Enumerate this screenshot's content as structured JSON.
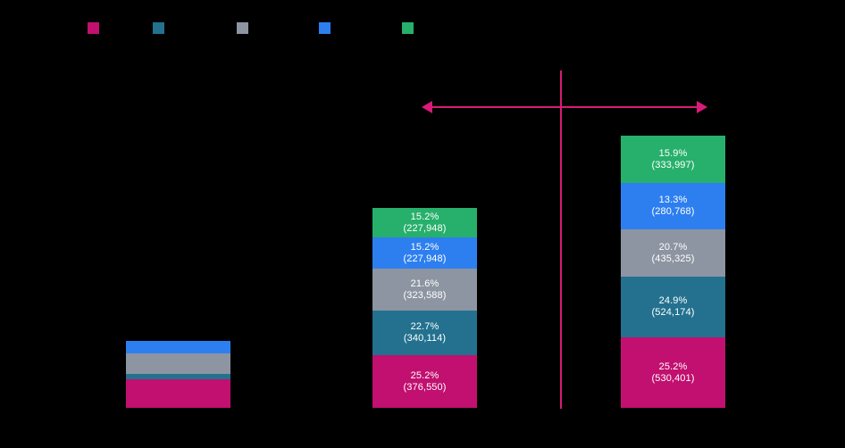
{
  "chart_data": {
    "type": "bar",
    "title": "",
    "subtitle": "",
    "xlabel": "",
    "ylabel": "",
    "stacked": true,
    "orientation": "vertical",
    "normalized_percent": true,
    "grid": false,
    "legend_position": "top",
    "background_color": "#000000",
    "label_text_color": "#ffffff",
    "categories": [
      "",
      "",
      ""
    ],
    "series": [
      {
        "name": "",
        "color": "#c1106f",
        "legend_index": 0,
        "values": [
          null,
          376550,
          530401
        ],
        "percents": [
          null,
          25.2,
          25.2
        ],
        "labels": [
          null,
          "25.2%",
          "25.2%"
        ],
        "value_labels": [
          null,
          "(376,550)",
          "(530,401)"
        ]
      },
      {
        "name": "",
        "color": "#23718f",
        "legend_index": 1,
        "values": [
          null,
          340114,
          524174
        ],
        "percents": [
          null,
          22.7,
          24.9
        ],
        "labels": [
          null,
          "22.7%",
          "24.9%"
        ],
        "value_labels": [
          null,
          "(340,114)",
          "(524,174)"
        ]
      },
      {
        "name": "",
        "color": "#8c95a1",
        "legend_index": 2,
        "values": [
          null,
          323588,
          435325
        ],
        "percents": [
          null,
          21.6,
          20.7
        ],
        "labels": [
          null,
          "21.6%",
          "20.7%"
        ],
        "value_labels": [
          null,
          "(323,588)",
          "(435,325)"
        ]
      },
      {
        "name": "",
        "color": "#2d7ff0",
        "legend_index": 3,
        "values": [
          null,
          227948,
          280768
        ],
        "percents": [
          null,
          15.2,
          13.3
        ],
        "labels": [
          null,
          "15.2%",
          "13.3%"
        ],
        "value_labels": [
          null,
          "(227,948)",
          "(280,768)"
        ]
      },
      {
        "name": "",
        "color": "#27b06b",
        "legend_index": 4,
        "values": [
          null,
          227948,
          333997
        ],
        "percents": [
          null,
          15.2,
          15.9
        ],
        "labels": [
          null,
          "15.2%",
          "15.9%"
        ],
        "value_labels": [
          null,
          "(227,948)",
          "(333,997)"
        ]
      }
    ],
    "annotations": [
      {
        "kind": "double-arrow-horizontal",
        "color": "#d81b77",
        "x_start": 472,
        "x_end": 792,
        "y": 119
      },
      {
        "kind": "vertical-line",
        "color": "#d81b77",
        "x": 627,
        "y_start": 79,
        "y_end": 458
      }
    ]
  },
  "legend": {
    "items": [
      {
        "color": "#c1106f",
        "label": ""
      },
      {
        "color": "#23718f",
        "label": ""
      },
      {
        "color": "#8c95a1",
        "label": ""
      },
      {
        "color": "#2d7ff0",
        "label": ""
      },
      {
        "color": "#27b06b",
        "label": ""
      }
    ]
  },
  "bars": [
    {
      "name": "bar-group-left",
      "x": 141,
      "width": 117,
      "labels_visible": false,
      "segments": [
        {
          "color": "#2d7ff0",
          "top": 382,
          "height": 14,
          "pct": "",
          "val": ""
        },
        {
          "color": "#8c95a1",
          "top": 396,
          "height": 23,
          "pct": "",
          "val": ""
        },
        {
          "color": "#23718f",
          "top": 419,
          "height": 6,
          "pct": "",
          "val": ""
        },
        {
          "color": "#c1106f",
          "top": 425,
          "height": 32,
          "pct": "",
          "val": ""
        }
      ]
    },
    {
      "name": "bar-group-middle",
      "x": 417,
      "width": 117,
      "labels_visible": true,
      "segments": [
        {
          "color": "#27b06b",
          "top": 233,
          "height": 33,
          "pct": "15.2%",
          "val": "(227,948)"
        },
        {
          "color": "#2d7ff0",
          "top": 266,
          "height": 35,
          "pct": "15.2%",
          "val": "(227,948)"
        },
        {
          "color": "#8c95a1",
          "top": 301,
          "height": 47,
          "pct": "21.6%",
          "val": "(323,588)"
        },
        {
          "color": "#23718f",
          "top": 348,
          "height": 50,
          "pct": "22.7%",
          "val": "(340,114)"
        },
        {
          "color": "#c1106f",
          "top": 398,
          "height": 59,
          "pct": "25.2%",
          "val": "(376,550)"
        }
      ]
    },
    {
      "name": "bar-group-right",
      "x": 695,
      "width": 117,
      "labels_visible": true,
      "segments": [
        {
          "color": "#27b06b",
          "top": 152,
          "height": 53,
          "pct": "15.9%",
          "val": "(333,997)"
        },
        {
          "color": "#2d7ff0",
          "top": 205,
          "height": 52,
          "pct": "13.3%",
          "val": "(280,768)"
        },
        {
          "color": "#8c95a1",
          "top": 257,
          "height": 53,
          "pct": "20.7%",
          "val": "(435,325)"
        },
        {
          "color": "#23718f",
          "top": 310,
          "height": 68,
          "pct": "24.9%",
          "val": "(524,174)"
        },
        {
          "color": "#c1106f",
          "top": 378,
          "height": 79,
          "pct": "25.2%",
          "val": "(530,401)"
        }
      ]
    }
  ],
  "axis": {
    "category_labels": [
      "",
      "",
      ""
    ],
    "title": ""
  }
}
